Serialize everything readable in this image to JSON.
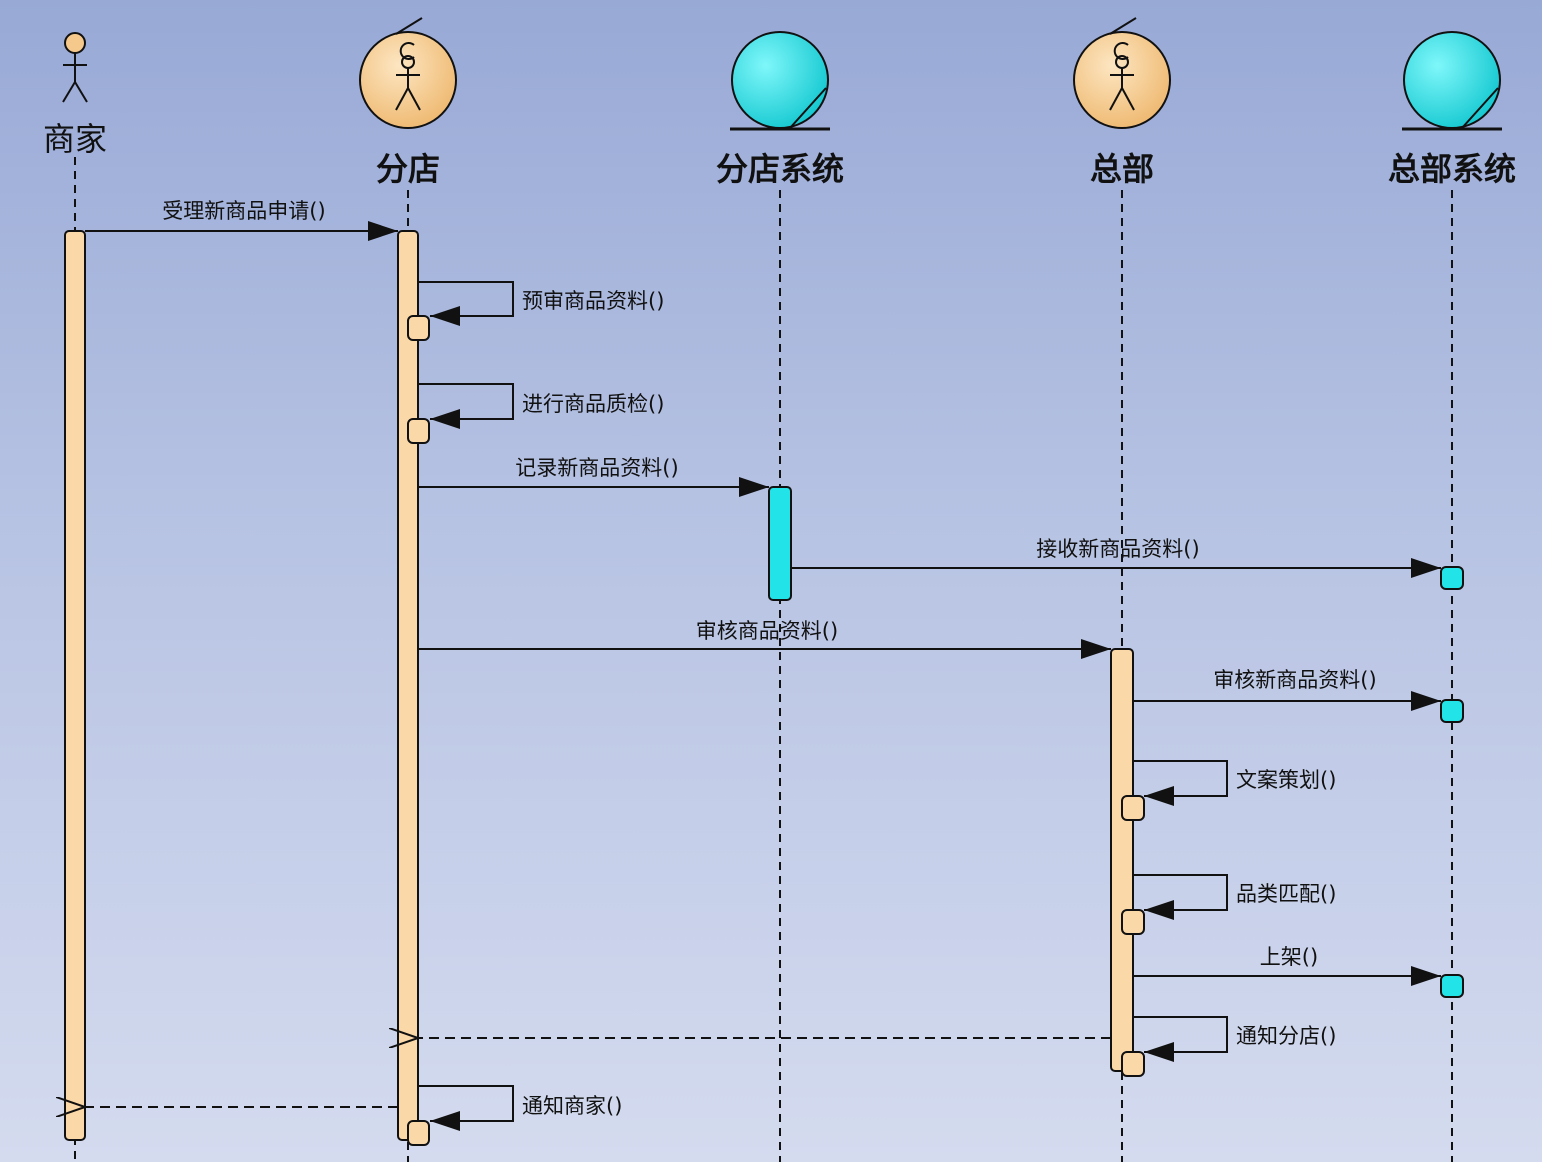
{
  "colors": {
    "actor_fill": "#f5c98c",
    "activation_fill": "#fbd8a8",
    "system_fill": "#22e3e8",
    "line": "#111111"
  },
  "lifelines": [
    {
      "id": "merchant",
      "label": "商家",
      "kind": "actor",
      "icon": "stick-figure-icon"
    },
    {
      "id": "branch",
      "label": "分店",
      "kind": "control",
      "icon": "control-actor-icon"
    },
    {
      "id": "branch_system",
      "label": "分店系统",
      "kind": "entity",
      "icon": "entity-sphere-icon"
    },
    {
      "id": "hq",
      "label": "总部",
      "kind": "control",
      "icon": "control-actor-icon"
    },
    {
      "id": "hq_system",
      "label": "总部系统",
      "kind": "entity",
      "icon": "entity-sphere-icon"
    }
  ],
  "messages": [
    {
      "from": "merchant",
      "to": "branch",
      "label": "受理新商品申请()",
      "type": "call"
    },
    {
      "from": "branch",
      "to": "branch",
      "label": "预审商品资料()",
      "type": "self"
    },
    {
      "from": "branch",
      "to": "branch",
      "label": "进行商品质检()",
      "type": "self"
    },
    {
      "from": "branch",
      "to": "branch_system",
      "label": "记录新商品资料()",
      "type": "call"
    },
    {
      "from": "branch_system",
      "to": "hq_system",
      "label": "接收新商品资料()",
      "type": "call"
    },
    {
      "from": "branch",
      "to": "hq",
      "label": "审核商品资料()",
      "type": "call"
    },
    {
      "from": "hq",
      "to": "hq_system",
      "label": "审核新商品资料()",
      "type": "call"
    },
    {
      "from": "hq",
      "to": "hq",
      "label": "文案策划()",
      "type": "self"
    },
    {
      "from": "hq",
      "to": "hq",
      "label": "品类匹配()",
      "type": "self"
    },
    {
      "from": "hq",
      "to": "hq_system",
      "label": "上架()",
      "type": "call"
    },
    {
      "from": "hq",
      "to": "hq",
      "label": "通知分店()",
      "type": "self"
    },
    {
      "from": "hq",
      "to": "branch",
      "label": "",
      "type": "return"
    },
    {
      "from": "branch",
      "to": "merchant",
      "label": "",
      "type": "return"
    },
    {
      "from": "branch",
      "to": "branch",
      "label": "通知商家()",
      "type": "self"
    }
  ]
}
